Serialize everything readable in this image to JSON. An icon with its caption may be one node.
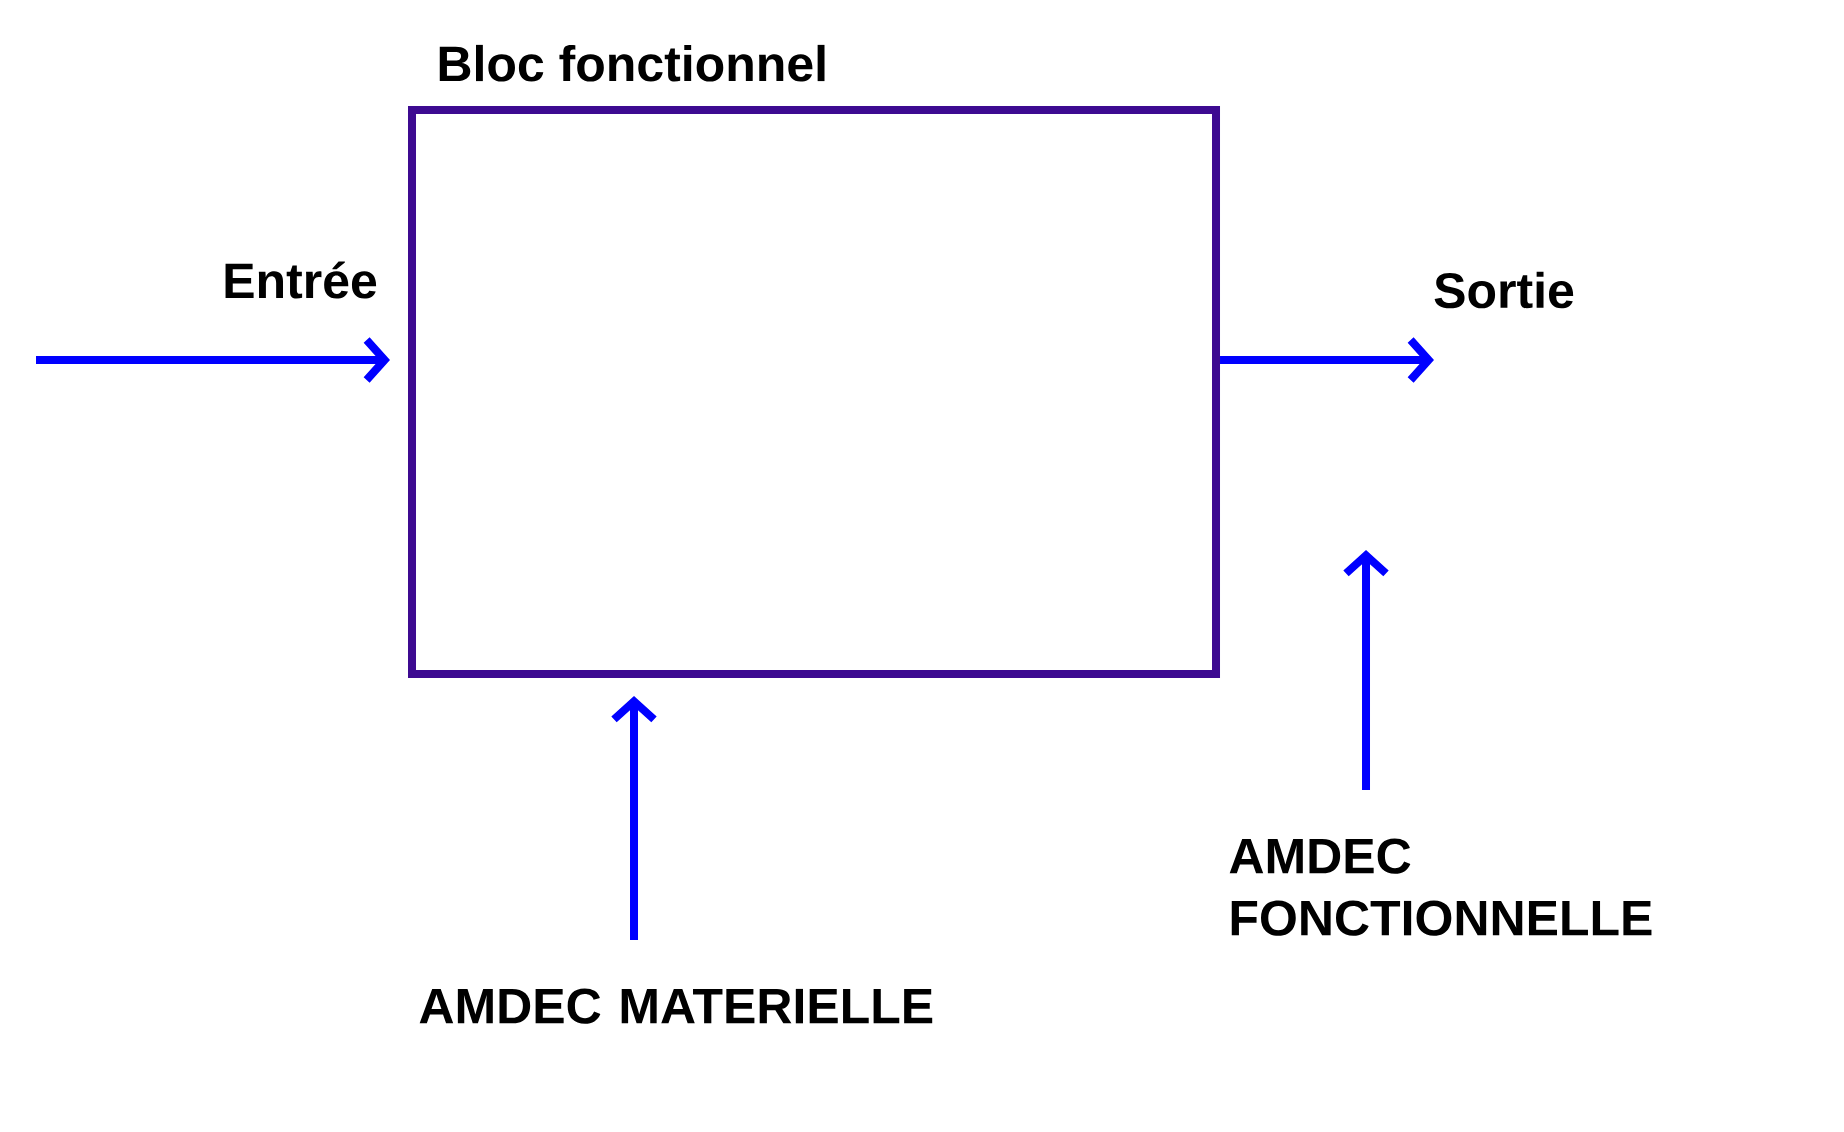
{
  "diagram": {
    "nodes": [
      {
        "text": [
          "Bloc fonctionnel"
        ]
      },
      {
        "text": [
          "AMDEC MATERIELLE"
        ]
      },
      {
        "text": [
          "AMDEC FONCTIONNELLE"
        ]
      }
    ],
    "edges": [
      {
        "from": null,
        "to": 0,
        "arrow": "to",
        "label": "Entrée"
      },
      {
        "from": 0,
        "to": null,
        "arrow": "to",
        "label": "Sortie"
      },
      {
        "from": 1,
        "to": 0,
        "arrow": "to"
      },
      {
        "from": 2,
        "to": null,
        "arrow": "to"
      }
    ]
  }
}
